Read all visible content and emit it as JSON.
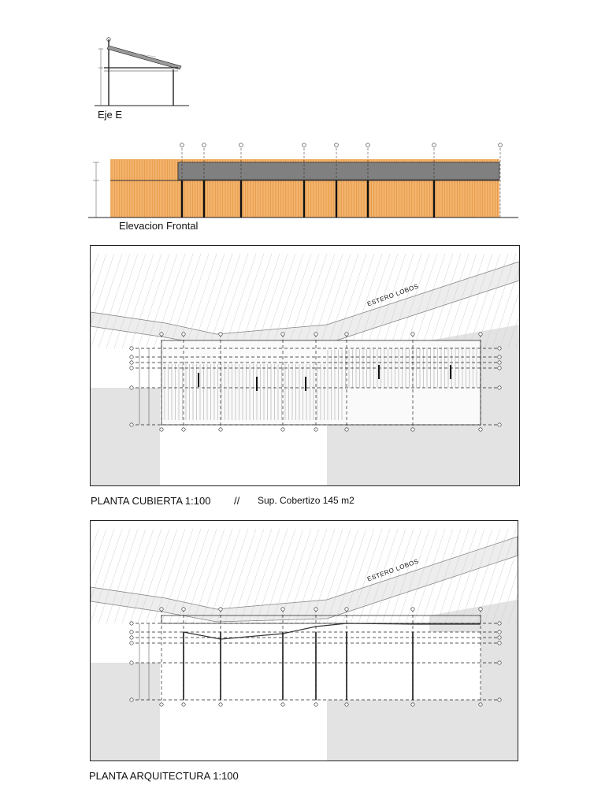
{
  "section": {
    "label": "Eje E"
  },
  "elevation": {
    "label": "Elevacion Frontal"
  },
  "roof_plan": {
    "title": "PLANTA  CUBIERTA 1:100",
    "separator": "//",
    "area": "Sup. Cobertizo 145 m2",
    "stream_label": "ESTERO LOBOS"
  },
  "arch_plan": {
    "title": "PLANTA  ARQUITECTURA 1:100",
    "stream_label": "ESTERO LOBOS"
  },
  "colors": {
    "wood": "#f2b36e",
    "wood_line": "#e08a2a",
    "roof_dark": "#808080",
    "terrain": "#e3e3e3"
  }
}
